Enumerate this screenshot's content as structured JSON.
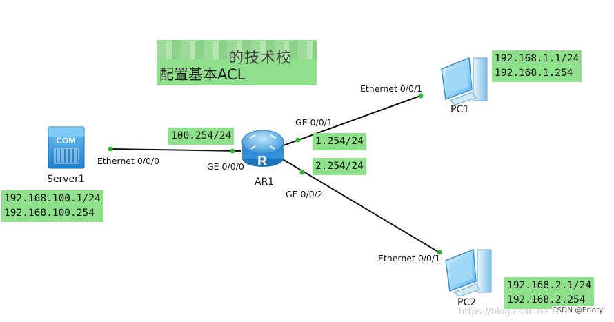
{
  "title": {
    "partial_text": "的技术校",
    "text": "配置基本ACL"
  },
  "devices": {
    "server": {
      "name": "Server1",
      "icon_text": ".COM",
      "ip": "192.168.100.1/24",
      "gateway": "192.168.100.254"
    },
    "router": {
      "name": "AR1",
      "icon_text": "R"
    },
    "pc1": {
      "name": "PC1",
      "ip": "192.168.1.1/24",
      "gateway": "192.168.1.254"
    },
    "pc2": {
      "name": "PC2",
      "ip": "192.168.2.1/24",
      "gateway": "192.168.2.254"
    }
  },
  "interfaces": {
    "server_eth": "Ethernet 0/0/0",
    "ar_ge0": "GE 0/0/0",
    "ar_ge0_ip": "100.254/24",
    "ar_ge1": "GE 0/0/1",
    "ar_ge1_ip": "1.254/24",
    "ar_ge2": "GE 0/0/2",
    "ar_ge2_ip": "2.254/24",
    "pc1_eth": "Ethernet 0/0/1",
    "pc2_eth": "Ethernet 0/0/1"
  },
  "watermark": {
    "url": "https://blog.csdn.ne",
    "credit": "CSDN @Erioty"
  },
  "colors": {
    "label_bg": "#8ee08a",
    "link_dot": "#2fb52f",
    "device_blue": "#2a8fd6"
  }
}
